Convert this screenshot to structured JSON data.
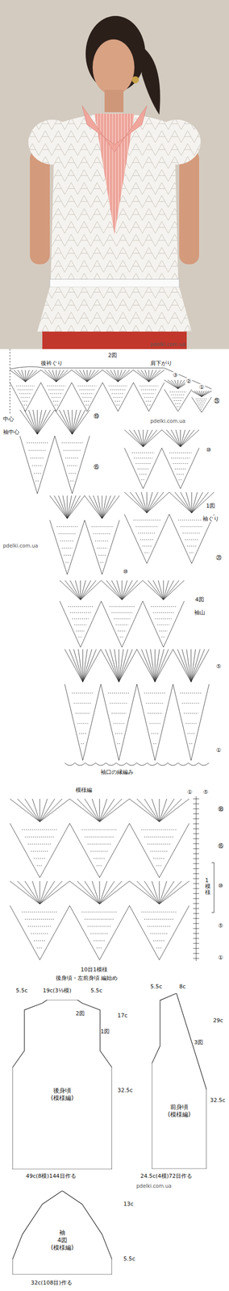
{
  "diagram": {
    "nodes": [
      {
        "text": [
          "後身頃",
          "(模様編)"
        ]
      },
      {
        "text": [
          "前身頃",
          "(模様編)"
        ]
      },
      {
        "text": [
          "袖",
          "4図",
          "(模様編)"
        ]
      }
    ],
    "labels": [
      "pdelki.com.ua",
      "2図",
      "後衿ぐり",
      "肩下がり",
      "③",
      "②",
      "①",
      "㉕",
      "中心",
      "pdelki.com.ua",
      "⑩",
      "1図",
      "袖ぐり",
      "⑳",
      "⑲",
      "袖中心",
      "⑮",
      "pdelki.com.ua",
      "⑩",
      "4図",
      "袖山",
      "⑤",
      "①",
      "袖口の縁編み",
      "模様編",
      "①",
      "⑤",
      "⑱",
      "⑮",
      "1模様",
      "⑩",
      "⑤",
      "①",
      "10目1模様",
      "後身頃・左前身頃 編始め",
      "5.5c",
      "19c(3⅓模)",
      "5.5c",
      "2図",
      "1図",
      "17c",
      "32.5c",
      "49c(8模)144目作る",
      "5.5c",
      "8c",
      "3図",
      "29c",
      "32.5c",
      "24.5c(4模)72目作る",
      "pdelki.com.ua",
      "13c",
      "5.5c",
      "32c(108目)作る"
    ]
  }
}
